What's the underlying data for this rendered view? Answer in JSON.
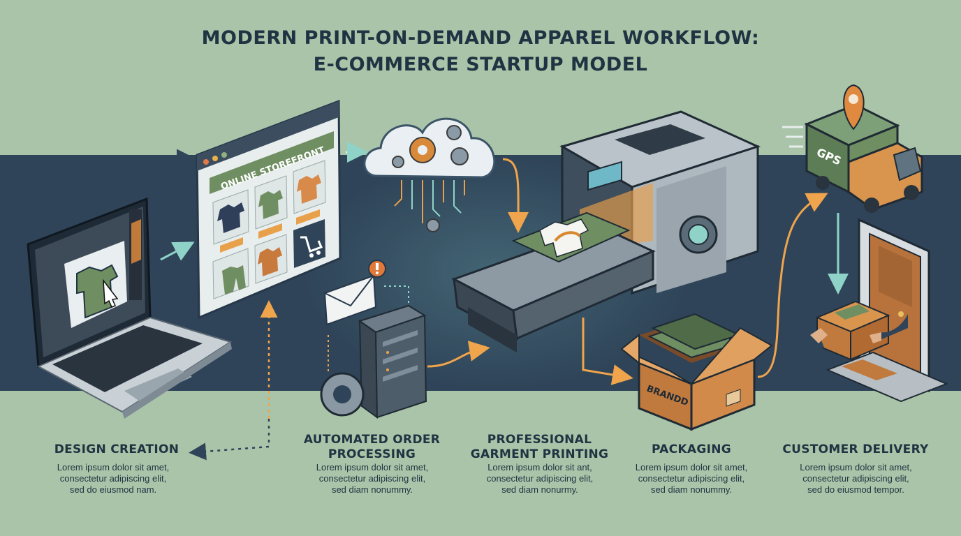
{
  "title": {
    "line1": "MODERN PRINT-ON-DEMAND APPAREL WORKFLOW:",
    "line2": "E-COMMERCE STARTUP MODEL"
  },
  "storefront": {
    "label": "ONLINE STOREFRONT"
  },
  "truck": {
    "label": "GPS"
  },
  "box": {
    "label": "BRANDD"
  },
  "steps": [
    {
      "title": "DESIGN CREATION",
      "desc": [
        "Lorem ipsum dolor sit amet,",
        "consectetur adipiscing elit,",
        "sed do eiusmod nam."
      ]
    },
    {
      "title_lines": [
        "AUTOMATED ORDER",
        "PROCESSING"
      ],
      "desc": [
        "Lorem ipsum dolor sit amet,",
        "consectetur adipiscing elit,",
        "sed diam nonummy."
      ]
    },
    {
      "title_lines": [
        "PROFESSIONAL",
        "GARMENT PRINTING"
      ],
      "desc": [
        "Lorem ipsum dolor sit ant,",
        "consectetur adipiscing elit,",
        "sed diam nonurmy."
      ]
    },
    {
      "title": "PACKAGING",
      "desc": [
        "Lorem ipsum dolor sit amet,",
        "consectetur adipiscing elit,",
        "sed diam nonummy."
      ]
    },
    {
      "title": "CUSTOMER DELIVERY",
      "desc": [
        "Lorem ipsum dolor sit amet,",
        "consectetur adipiscing elit,",
        "sed do eiusmod tempor."
      ]
    }
  ],
  "colors": {
    "background": "#a9c4a8",
    "band": "#2f4458",
    "accent_orange": "#e9a04a",
    "garment_green": "#6f8f62",
    "text_dark": "#1f3342"
  }
}
